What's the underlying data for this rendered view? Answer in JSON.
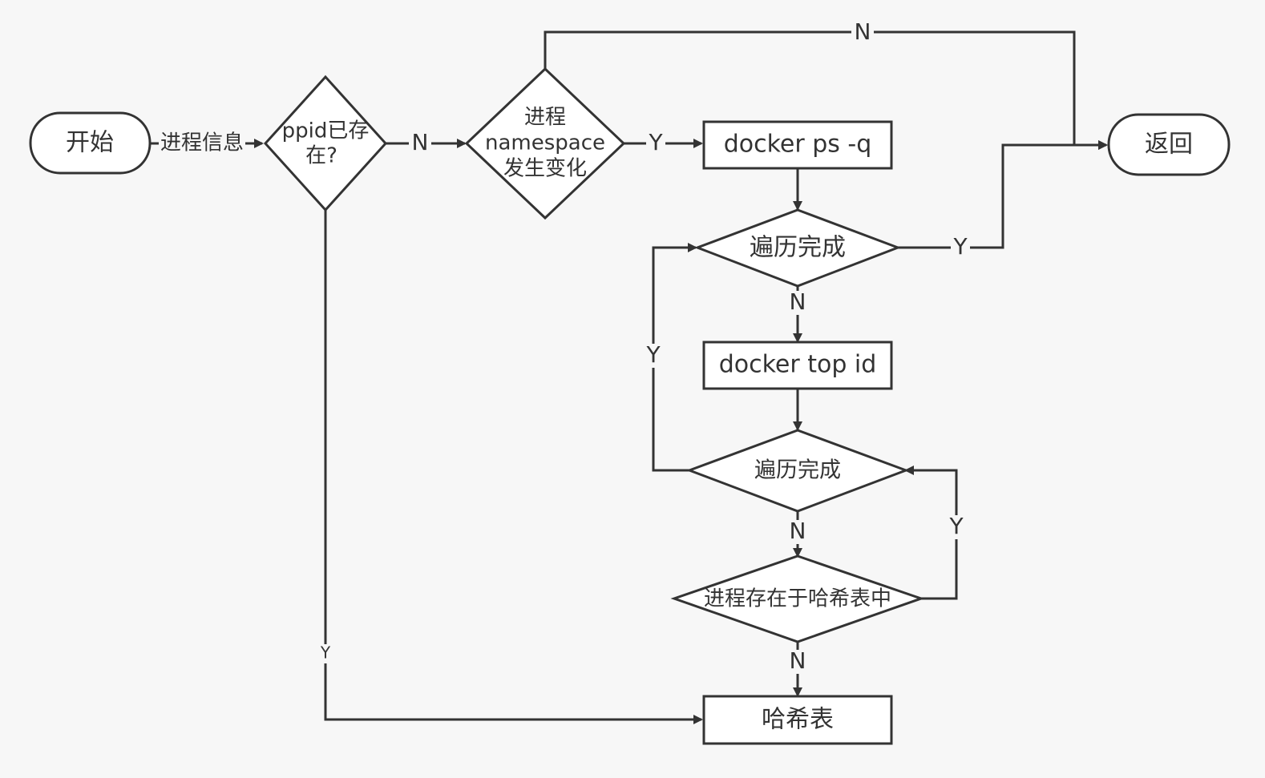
{
  "diagram": {
    "nodes": {
      "start": {
        "text": "开始"
      },
      "ppid_exists": {
        "lines": [
          "ppid已存",
          "在?"
        ]
      },
      "ns_changed": {
        "lines": [
          "进程",
          "namespace",
          "发生变化"
        ]
      },
      "docker_ps": {
        "text": "docker ps -q"
      },
      "traverse_done_1": {
        "text": "遍历完成"
      },
      "docker_top": {
        "text": "docker top id"
      },
      "traverse_done_2": {
        "text": "遍历完成"
      },
      "in_hash": {
        "text": "进程存在于哈希表中"
      },
      "hash_table": {
        "text": "哈希表"
      },
      "return": {
        "text": "返回"
      }
    },
    "edges": {
      "start_to_ppid": "进程信息",
      "ppid_to_ns": "N",
      "ns_to_return": "N",
      "ns_to_docker_ps": "Y",
      "traverse1_to_return": "Y",
      "traverse1_to_docker_top": "N",
      "traverse2_to_traverse1": "Y",
      "traverse2_to_in_hash": "N",
      "in_hash_to_traverse2": "Y",
      "in_hash_to_hash_table": "N",
      "ppid_to_hash_table": "Y"
    }
  },
  "colors": {
    "line": "#333333",
    "background": "#f7f7f7",
    "node_fill": "#ffffff"
  }
}
